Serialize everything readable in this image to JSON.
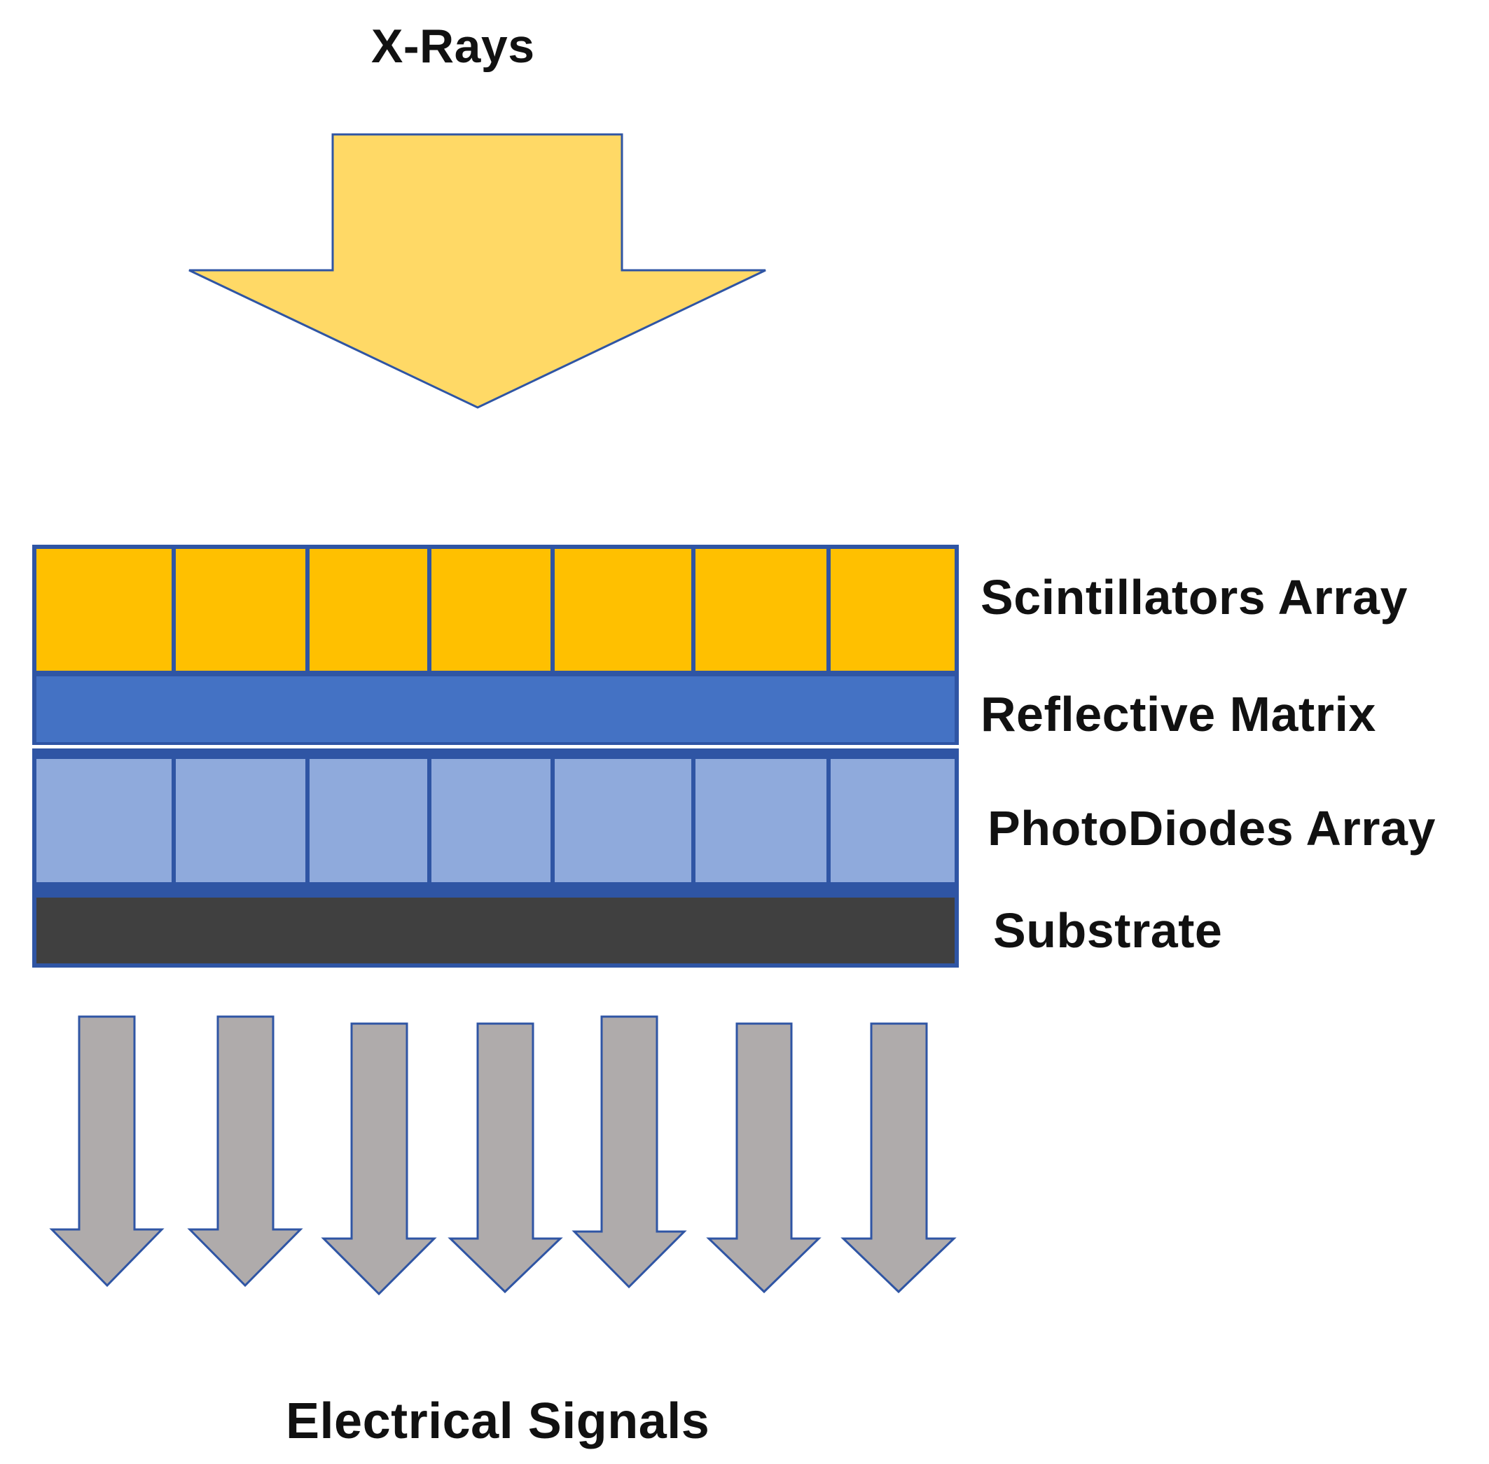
{
  "title_top": "X-Rays",
  "title_bottom": "Electrical Signals",
  "layers": {
    "scintillators": {
      "label": "Scintillators Array",
      "color": "#FFC000",
      "cells": 7
    },
    "reflective": {
      "label": "Reflective Matrix",
      "color": "#4472C4"
    },
    "photodiodes": {
      "label": "PhotoDiodes Array",
      "color": "#8FAADC",
      "cells": 7
    },
    "substrate": {
      "label": "Substrate",
      "color": "#404040"
    }
  },
  "colors": {
    "xray_arrow_fill": "#FFD966",
    "outline": "#2F55A4",
    "signal_arrow_fill": "#AFABAB"
  },
  "signal_arrows": 7
}
